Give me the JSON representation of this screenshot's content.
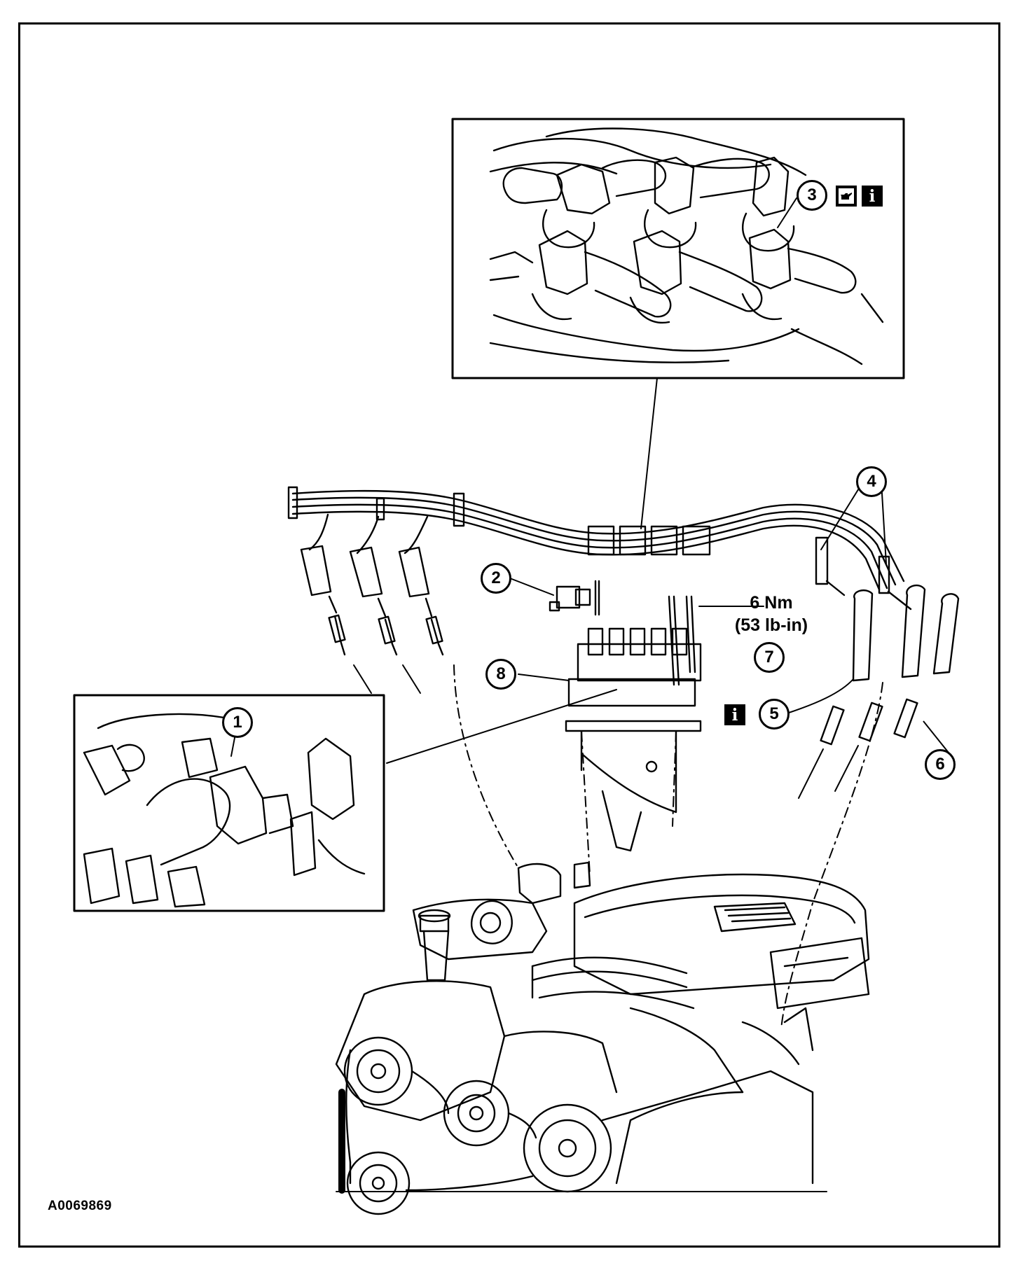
{
  "figure_id": "A0069869",
  "callouts": {
    "c1": "1",
    "c2": "2",
    "c3": "3",
    "c4": "4",
    "c5": "5",
    "c6": "6",
    "c7": "7",
    "c8": "8"
  },
  "torque": {
    "metric": "6 Nm",
    "imperial": "(53 lb-in)"
  },
  "icons": {
    "callout3": [
      "oil-can-icon",
      "info-icon"
    ],
    "callout5": [
      "info-icon"
    ]
  },
  "info_glyph": "i"
}
